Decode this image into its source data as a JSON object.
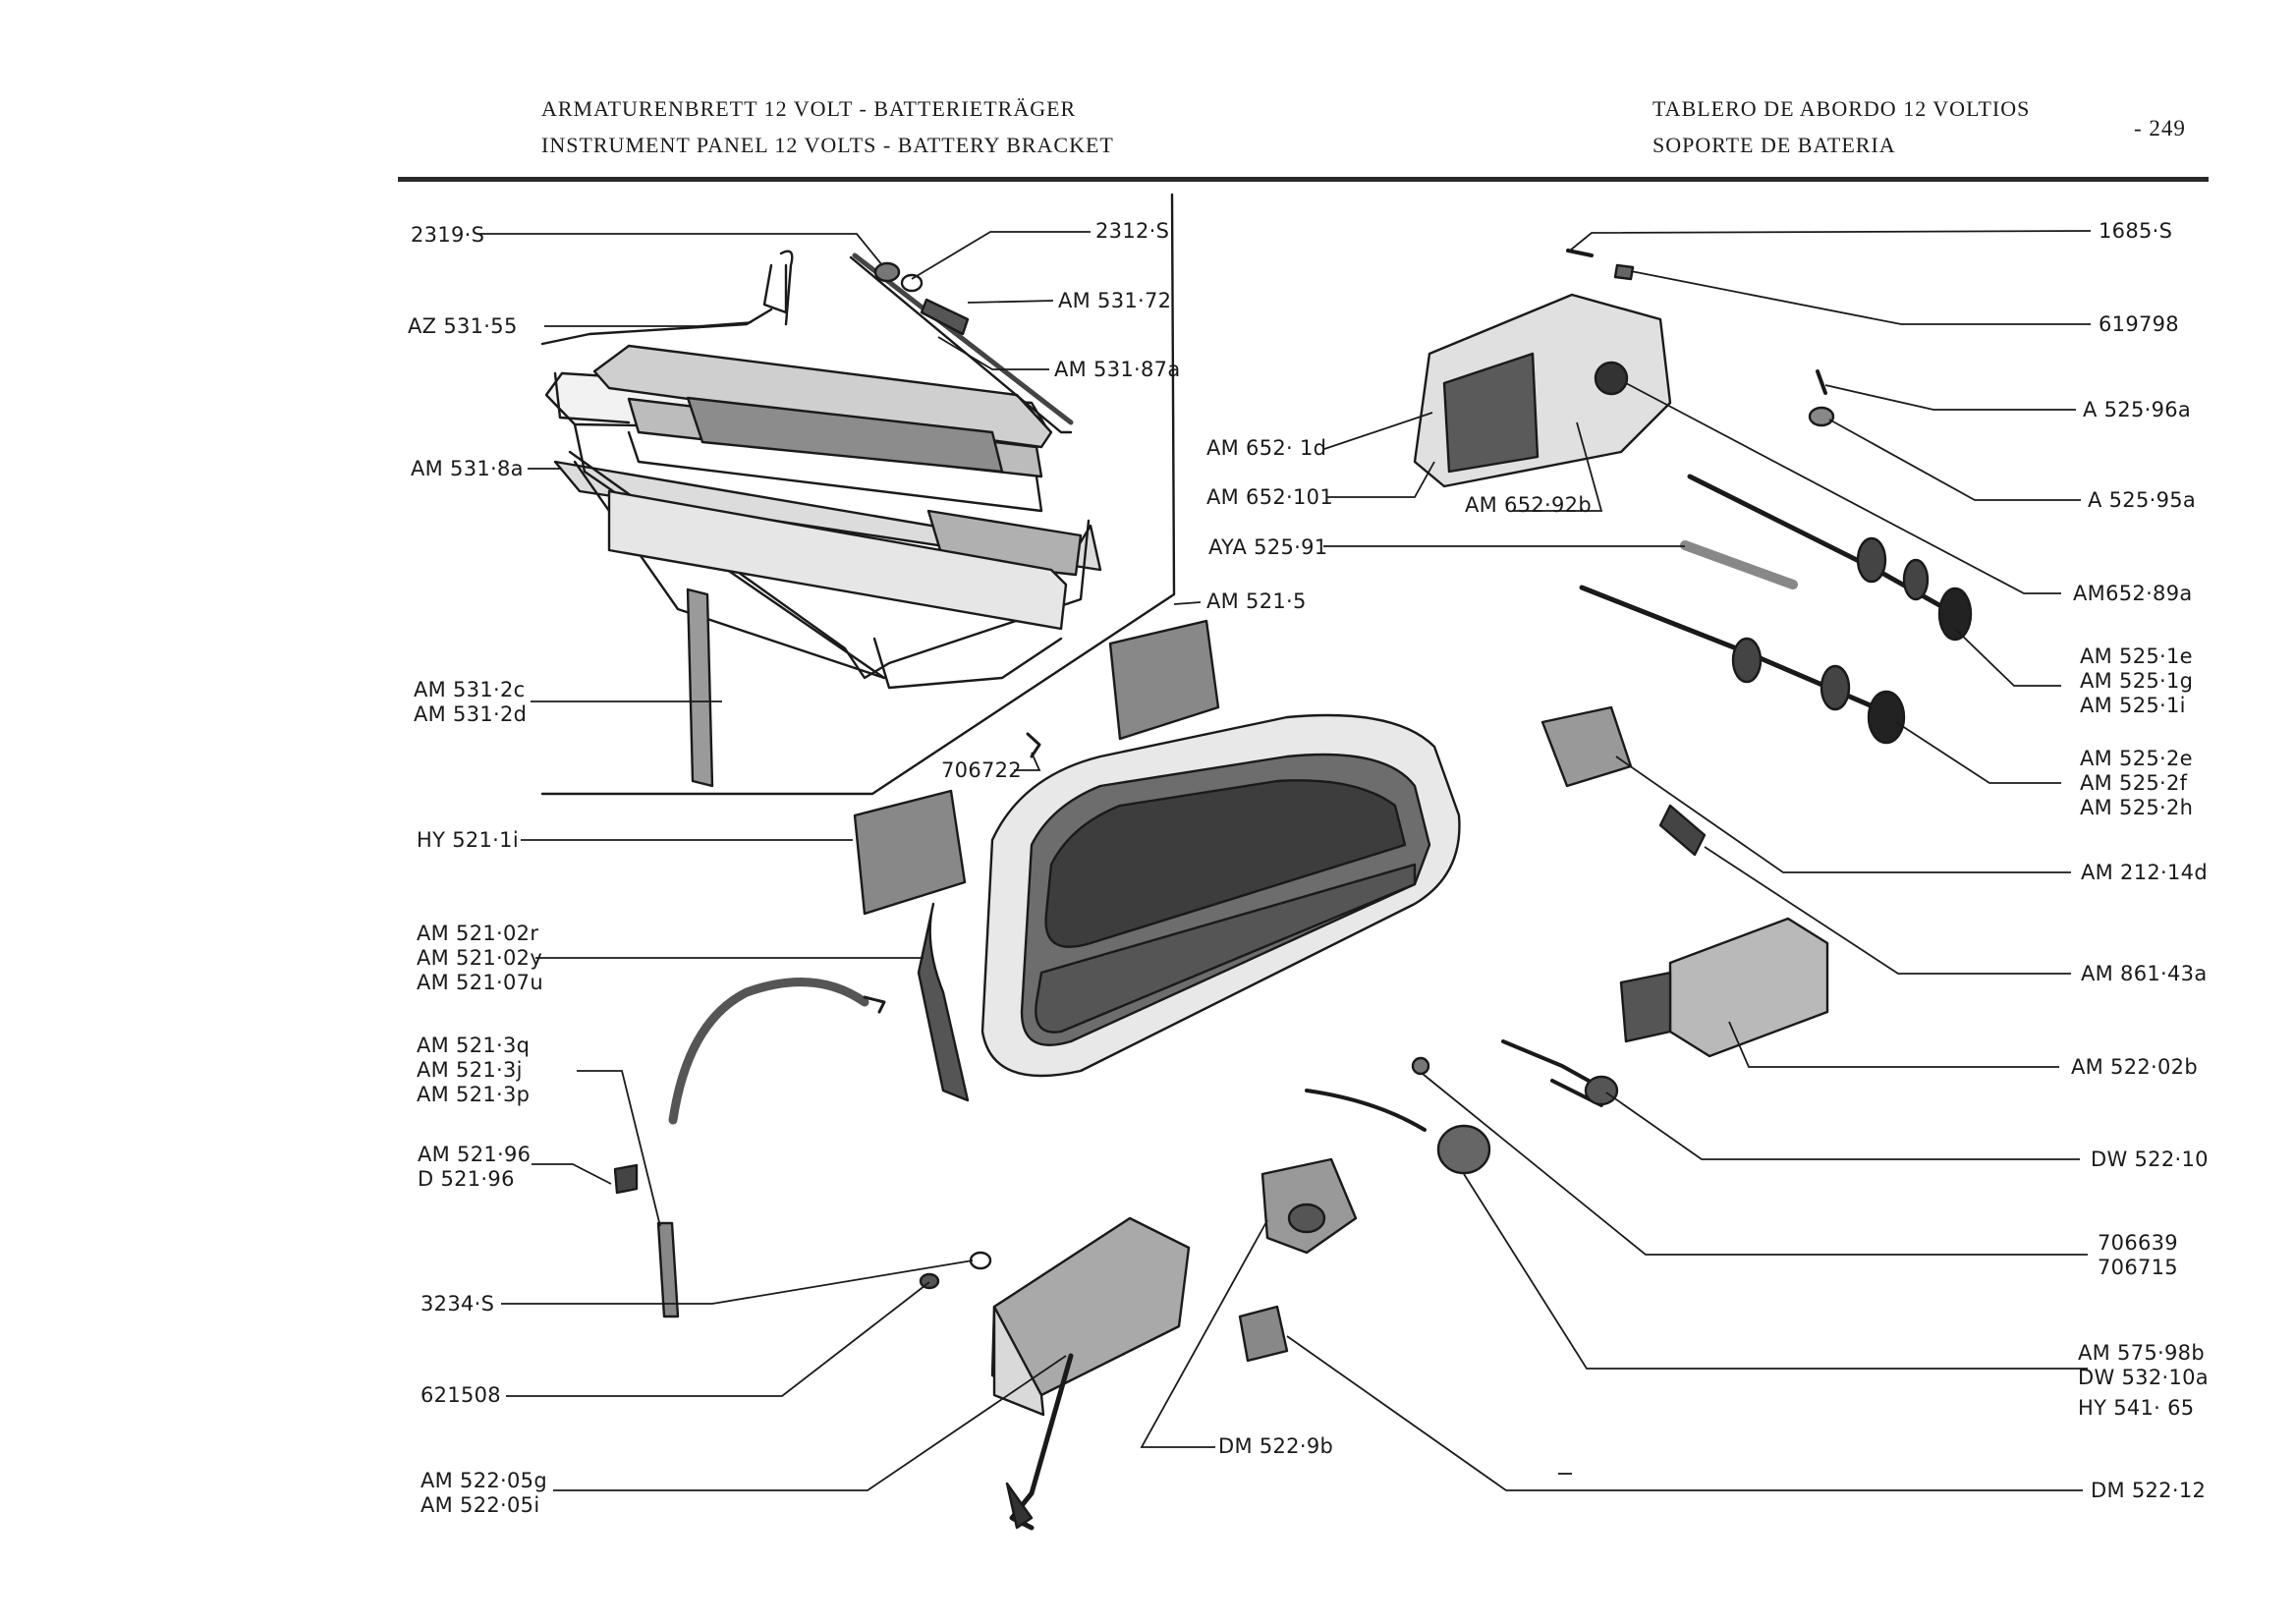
{
  "header": {
    "left_line1": "ARMATURENBRETT 12 VOLT - BATTERIETRÄGER",
    "left_line2": "INSTRUMENT PANEL 12 VOLTS - BATTERY BRACKET",
    "right_line1": "TABLERO DE ABORDO 12 VOLTIOS",
    "right_line2": "SOPORTE DE BATERIA",
    "page_number": "- 249"
  },
  "labels": {
    "l2319s": "2319·S",
    "az53155": "AZ 531·55",
    "am5318a": "AM 531·8a",
    "am5312c": "AM 531·2c",
    "am5312d": "AM 531·2d",
    "hy5211i": "HY 521·1i",
    "am52102r": "AM 521·02r",
    "am52102y": "AM 521·02y",
    "am52107u": "AM 521·07u",
    "am5213q": "AM 521·3q",
    "am5213j": "AM 521·3j",
    "am5213p": "AM 521·3p",
    "am52196": "AM  521·96",
    "d52196": "D   521·96",
    "l3234s": "3234·S",
    "l621508": "621508",
    "am52205g": "AM  522·05g",
    "am52205i": "AM  522·05i",
    "l2312s": "2312·S",
    "am53172": "AM 531·72",
    "am53187a": "AM 531·87a",
    "am6521d": "AM 652·  1d",
    "am652101": "AM 652·101",
    "am65292b": "AM 652·92b",
    "aya52591": "AYA 525·91",
    "am5215": "AM 521·5",
    "l706722": "706722",
    "dm5229b": "DM 522·9b",
    "l1685s": "1685·S",
    "l619798": "619798",
    "a52596a": "A 525·96a",
    "a52595a": "A 525·95a",
    "am65289a": "AM652·89a",
    "am5251e": "AM 525·1e",
    "am5251g": "AM 525·1g",
    "am5251i": "AM 525·1i",
    "am5252e": "AM 525·2e",
    "am5252f": "AM 525·2f",
    "am5252h": "AM 525·2h",
    "am21214d": "AM 212·14d",
    "am86143a": "AM 861·43a",
    "am52202b": "AM 522·02b",
    "dw52210": "DW 522·10",
    "l706639": "706639",
    "l706715": "706715",
    "am57598b": "AM 575·98b",
    "dw53210a": "DW 532·10a",
    "hy54165": "HY 541· 65",
    "dm52212": "DM 522·12"
  },
  "colors": {
    "ink": "#1a1a1a",
    "shade": "#4a4a4a",
    "paper": "#ffffff"
  }
}
